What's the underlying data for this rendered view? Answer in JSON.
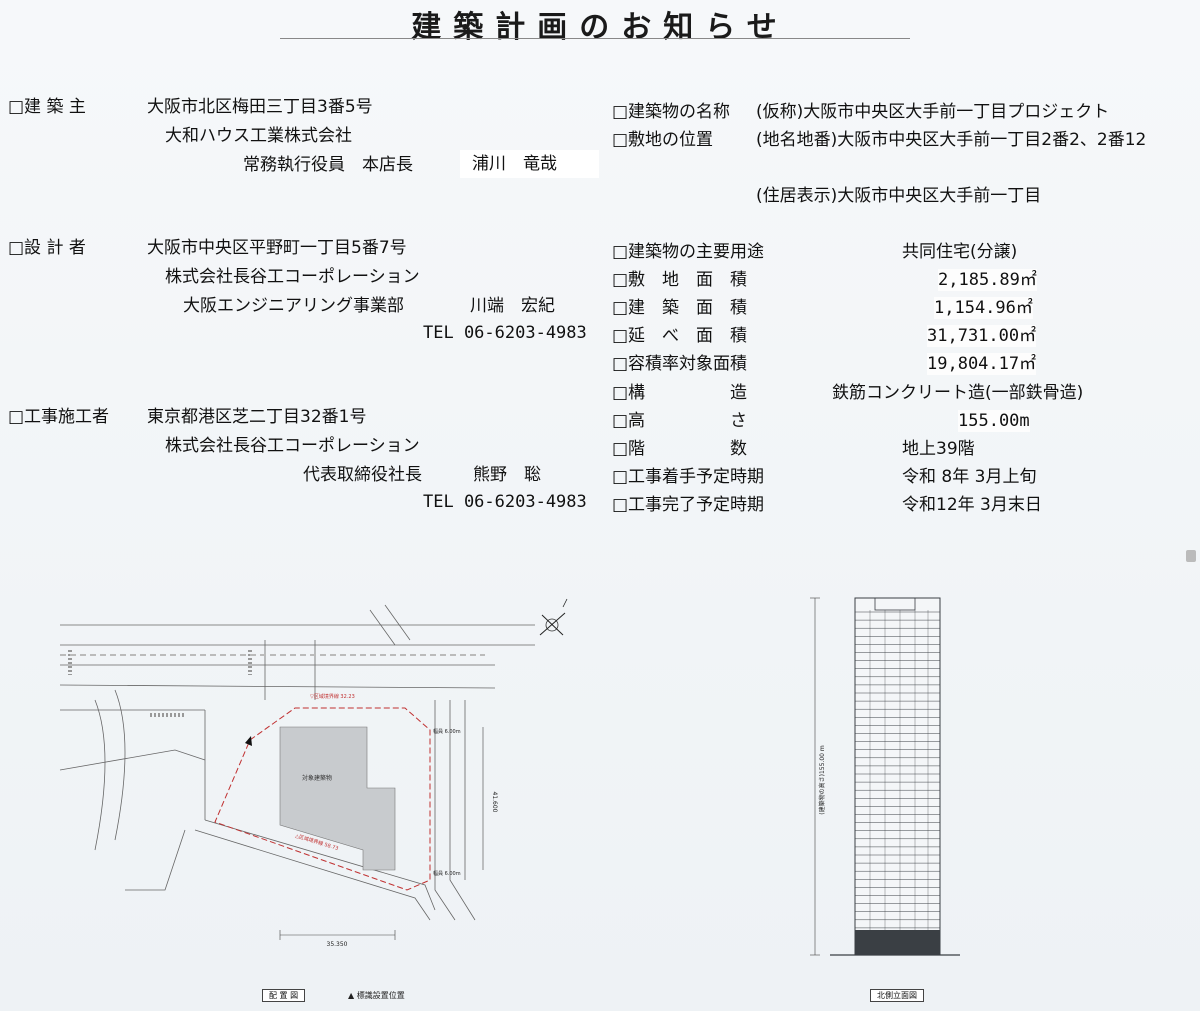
{
  "title": "建築計画のお知らせ",
  "left": {
    "owner": {
      "label": "□建 築 主",
      "address": "大阪市北区梅田三丁目3番5号",
      "company": "大和ハウス工業株式会社",
      "role": "常務執行役員　本店長",
      "name": "浦川　竜哉"
    },
    "designer": {
      "label": "□設 計 者",
      "address": "大阪市中央区平野町一丁目5番7号",
      "company": "株式会社長谷工コーポレーション",
      "dept": "大阪エンジニアリング事業部",
      "name": "川端　宏紀",
      "tel": "TEL 06-6203-4983"
    },
    "contractor": {
      "label": "□工事施工者",
      "address": "東京都港区芝二丁目32番1号",
      "company": "株式会社長谷工コーポレーション",
      "role": "代表取締役社長",
      "name": "熊野　聡",
      "tel": "TEL 06-6203-4983"
    }
  },
  "right": {
    "building_name_label": "□建築物の名称",
    "building_name": "(仮称)大阪市中央区大手前一丁目プロジェクト",
    "site_label": "□敷地の位置",
    "site_lot": "(地名地番)大阪市中央区大手前一丁目2番2、2番12",
    "site_address": "(住居表示)大阪市中央区大手前一丁目",
    "rows": [
      {
        "label": "□建築物の主要用途",
        "value": "共同住宅(分譲)"
      },
      {
        "label": "□敷　地　面　積",
        "value": "2,185.89㎡"
      },
      {
        "label": "□建　築　面　積",
        "value": "1,154.96㎡"
      },
      {
        "label": "□延　べ　面　積",
        "value": "31,731.00㎡"
      },
      {
        "label": "□容積率対象面積",
        "value": "19,804.17㎡"
      },
      {
        "label": "□構　　　　　造",
        "value": "鉄筋コンクリート造(一部鉄骨造)"
      },
      {
        "label": "□高　　　　　さ",
        "value": "155.00m"
      },
      {
        "label": "□階　　　　　数",
        "value": "地上39階"
      },
      {
        "label": "□工事着手予定時期",
        "value": "令和 8年 3月上旬"
      },
      {
        "label": "□工事完了予定時期",
        "value": "令和12年 3月末日"
      }
    ]
  },
  "site_plan": {
    "building_label": "対象建築物",
    "dim_bottom": "35.350",
    "dim_right": "41.600",
    "road_width_1": "幅員 6.00m",
    "road_width_2": "幅員 6.00m",
    "boundary_1": "▽区域境界線 32.23",
    "boundary_2": "△区域境界線 58.73",
    "caption": "配 置 図",
    "legend": "▲ 標識設置位置"
  },
  "elevation": {
    "height_label": "(建築物の高さ)155.00 m",
    "caption": "北側立面図"
  },
  "colors": {
    "boundary_red": "#c03030",
    "building_grey": "#c8cbce",
    "tower_dark": "#3a3f44"
  }
}
